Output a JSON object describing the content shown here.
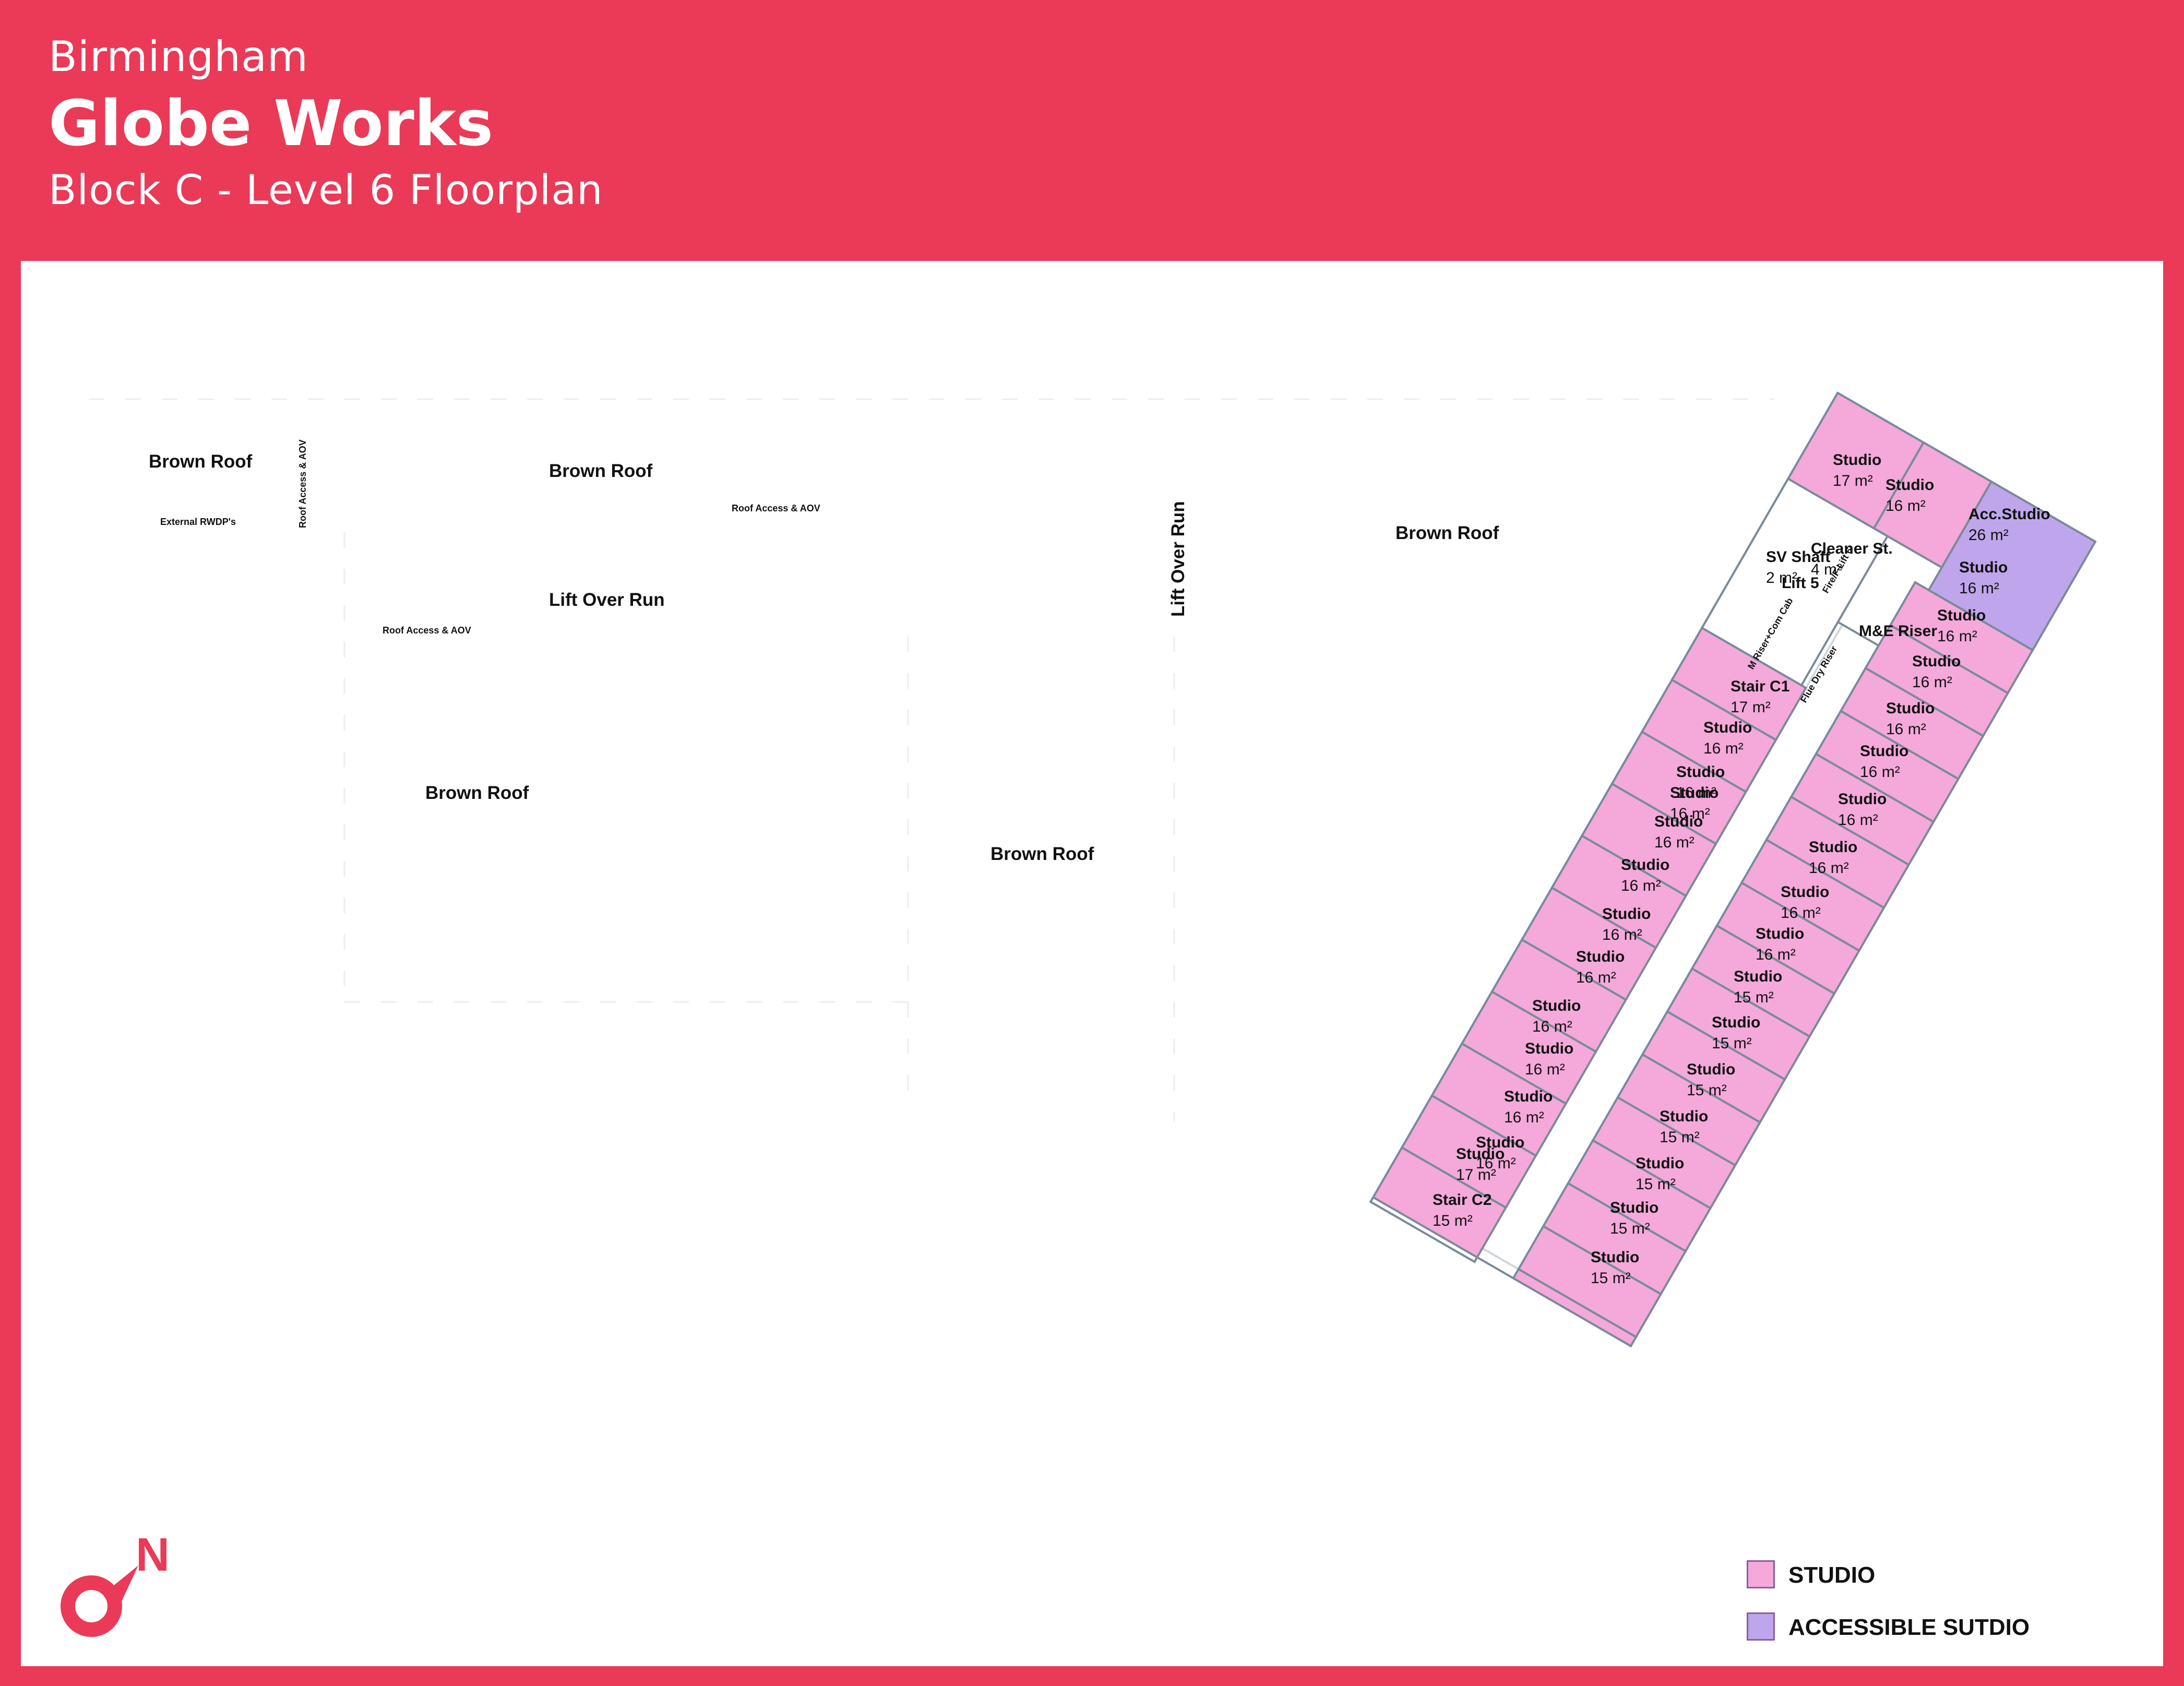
{
  "header": {
    "location": "Birmingham",
    "title": "Globe Works",
    "subtitle": "Block C - Level 6 Floorplan"
  },
  "colors": {
    "brand": "#EA3A58",
    "studio": "#F4A9DA",
    "accessible_studio": "#BFA6EC",
    "circulation": "#FFFFFF"
  },
  "site_labels": {
    "brown_roof_1": "Brown Roof",
    "external_rwdp": "External RWDP's",
    "roof_access_aov_1": "Roof Access & AOV",
    "brown_roof_2": "Brown Roof",
    "roof_access_aov_2": "Roof Access & AOV",
    "lift_over_run_1": "Lift Over Run",
    "roof_access_aov_3": "Roof Access & AOV",
    "brown_roof_3": "Brown Roof",
    "brown_roof_4": "Brown Roof",
    "lift_over_run_2": "Lift Over Run",
    "brown_roof_5": "Brown Roof"
  },
  "rooms": [
    {
      "name": "Studio",
      "area": "17 m²",
      "kind": "studio"
    },
    {
      "name": "Studio",
      "area": "16 m²",
      "kind": "studio"
    },
    {
      "name": "Acc.Studio",
      "area": "26 m²",
      "kind": "accessible"
    },
    {
      "name": "Cleaner St.",
      "area": "4 m²",
      "kind": "service"
    },
    {
      "name": "SV Shaft",
      "area": "2 m²",
      "kind": "service"
    },
    {
      "name": "Lift 5",
      "area": "",
      "kind": "service"
    },
    {
      "name": "Fire/F Lift 6",
      "area": "",
      "kind": "service"
    },
    {
      "name": "M&E Riser",
      "area": "",
      "kind": "service"
    },
    {
      "name": "M Riser+Com Cab",
      "area": "",
      "kind": "service"
    },
    {
      "name": "Stair C1",
      "area": "17 m²",
      "kind": "service"
    },
    {
      "name": "Flue Dry Riser",
      "area": "",
      "kind": "service"
    },
    {
      "name": "Studio",
      "area": "16 m²",
      "kind": "studio"
    },
    {
      "name": "Studio",
      "area": "16 m²",
      "kind": "studio"
    },
    {
      "name": "Studio",
      "area": "16 m²",
      "kind": "studio"
    },
    {
      "name": "Studio",
      "area": "16 m²",
      "kind": "studio"
    },
    {
      "name": "Studio",
      "area": "16 m²",
      "kind": "studio"
    },
    {
      "name": "Studio",
      "area": "16 m²",
      "kind": "studio"
    },
    {
      "name": "Studio",
      "area": "16 m²",
      "kind": "studio"
    },
    {
      "name": "Studio",
      "area": "16 m²",
      "kind": "studio"
    },
    {
      "name": "Studio",
      "area": "16 m²",
      "kind": "studio"
    },
    {
      "name": "Studio",
      "area": "16 m²",
      "kind": "studio"
    },
    {
      "name": "Studio",
      "area": "17 m²",
      "kind": "studio"
    },
    {
      "name": "Stair C2",
      "area": "15 m²",
      "kind": "service"
    },
    {
      "name": "Studio",
      "area": "16 m²",
      "kind": "studio"
    },
    {
      "name": "Studio",
      "area": "16 m²",
      "kind": "studio"
    },
    {
      "name": "Studio",
      "area": "16 m²",
      "kind": "studio"
    },
    {
      "name": "Studio",
      "area": "16 m²",
      "kind": "studio"
    },
    {
      "name": "Studio",
      "area": "16 m²",
      "kind": "studio"
    },
    {
      "name": "Studio",
      "area": "16 m²",
      "kind": "studio"
    },
    {
      "name": "Studio",
      "area": "16 m²",
      "kind": "studio"
    },
    {
      "name": "Studio",
      "area": "16 m²",
      "kind": "studio"
    },
    {
      "name": "Studio",
      "area": "16 m²",
      "kind": "studio"
    },
    {
      "name": "Studio",
      "area": "15 m²",
      "kind": "studio"
    },
    {
      "name": "Studio",
      "area": "15 m²",
      "kind": "studio"
    },
    {
      "name": "Studio",
      "area": "15 m²",
      "kind": "studio"
    },
    {
      "name": "Studio",
      "area": "15 m²",
      "kind": "studio"
    },
    {
      "name": "Studio",
      "area": "15 m²",
      "kind": "studio"
    },
    {
      "name": "Studio",
      "area": "15 m²",
      "kind": "studio"
    },
    {
      "name": "Studio",
      "area": "15 m²",
      "kind": "studio"
    },
    {
      "name": "Studio",
      "area": "16 m²",
      "kind": "studio"
    }
  ],
  "compass": {
    "label": "N"
  },
  "legend": [
    {
      "label": "STUDIO",
      "color": "#F4A9DA"
    },
    {
      "label": "ACCESSIBLE SUTDIO",
      "color": "#BFA6EC"
    }
  ]
}
